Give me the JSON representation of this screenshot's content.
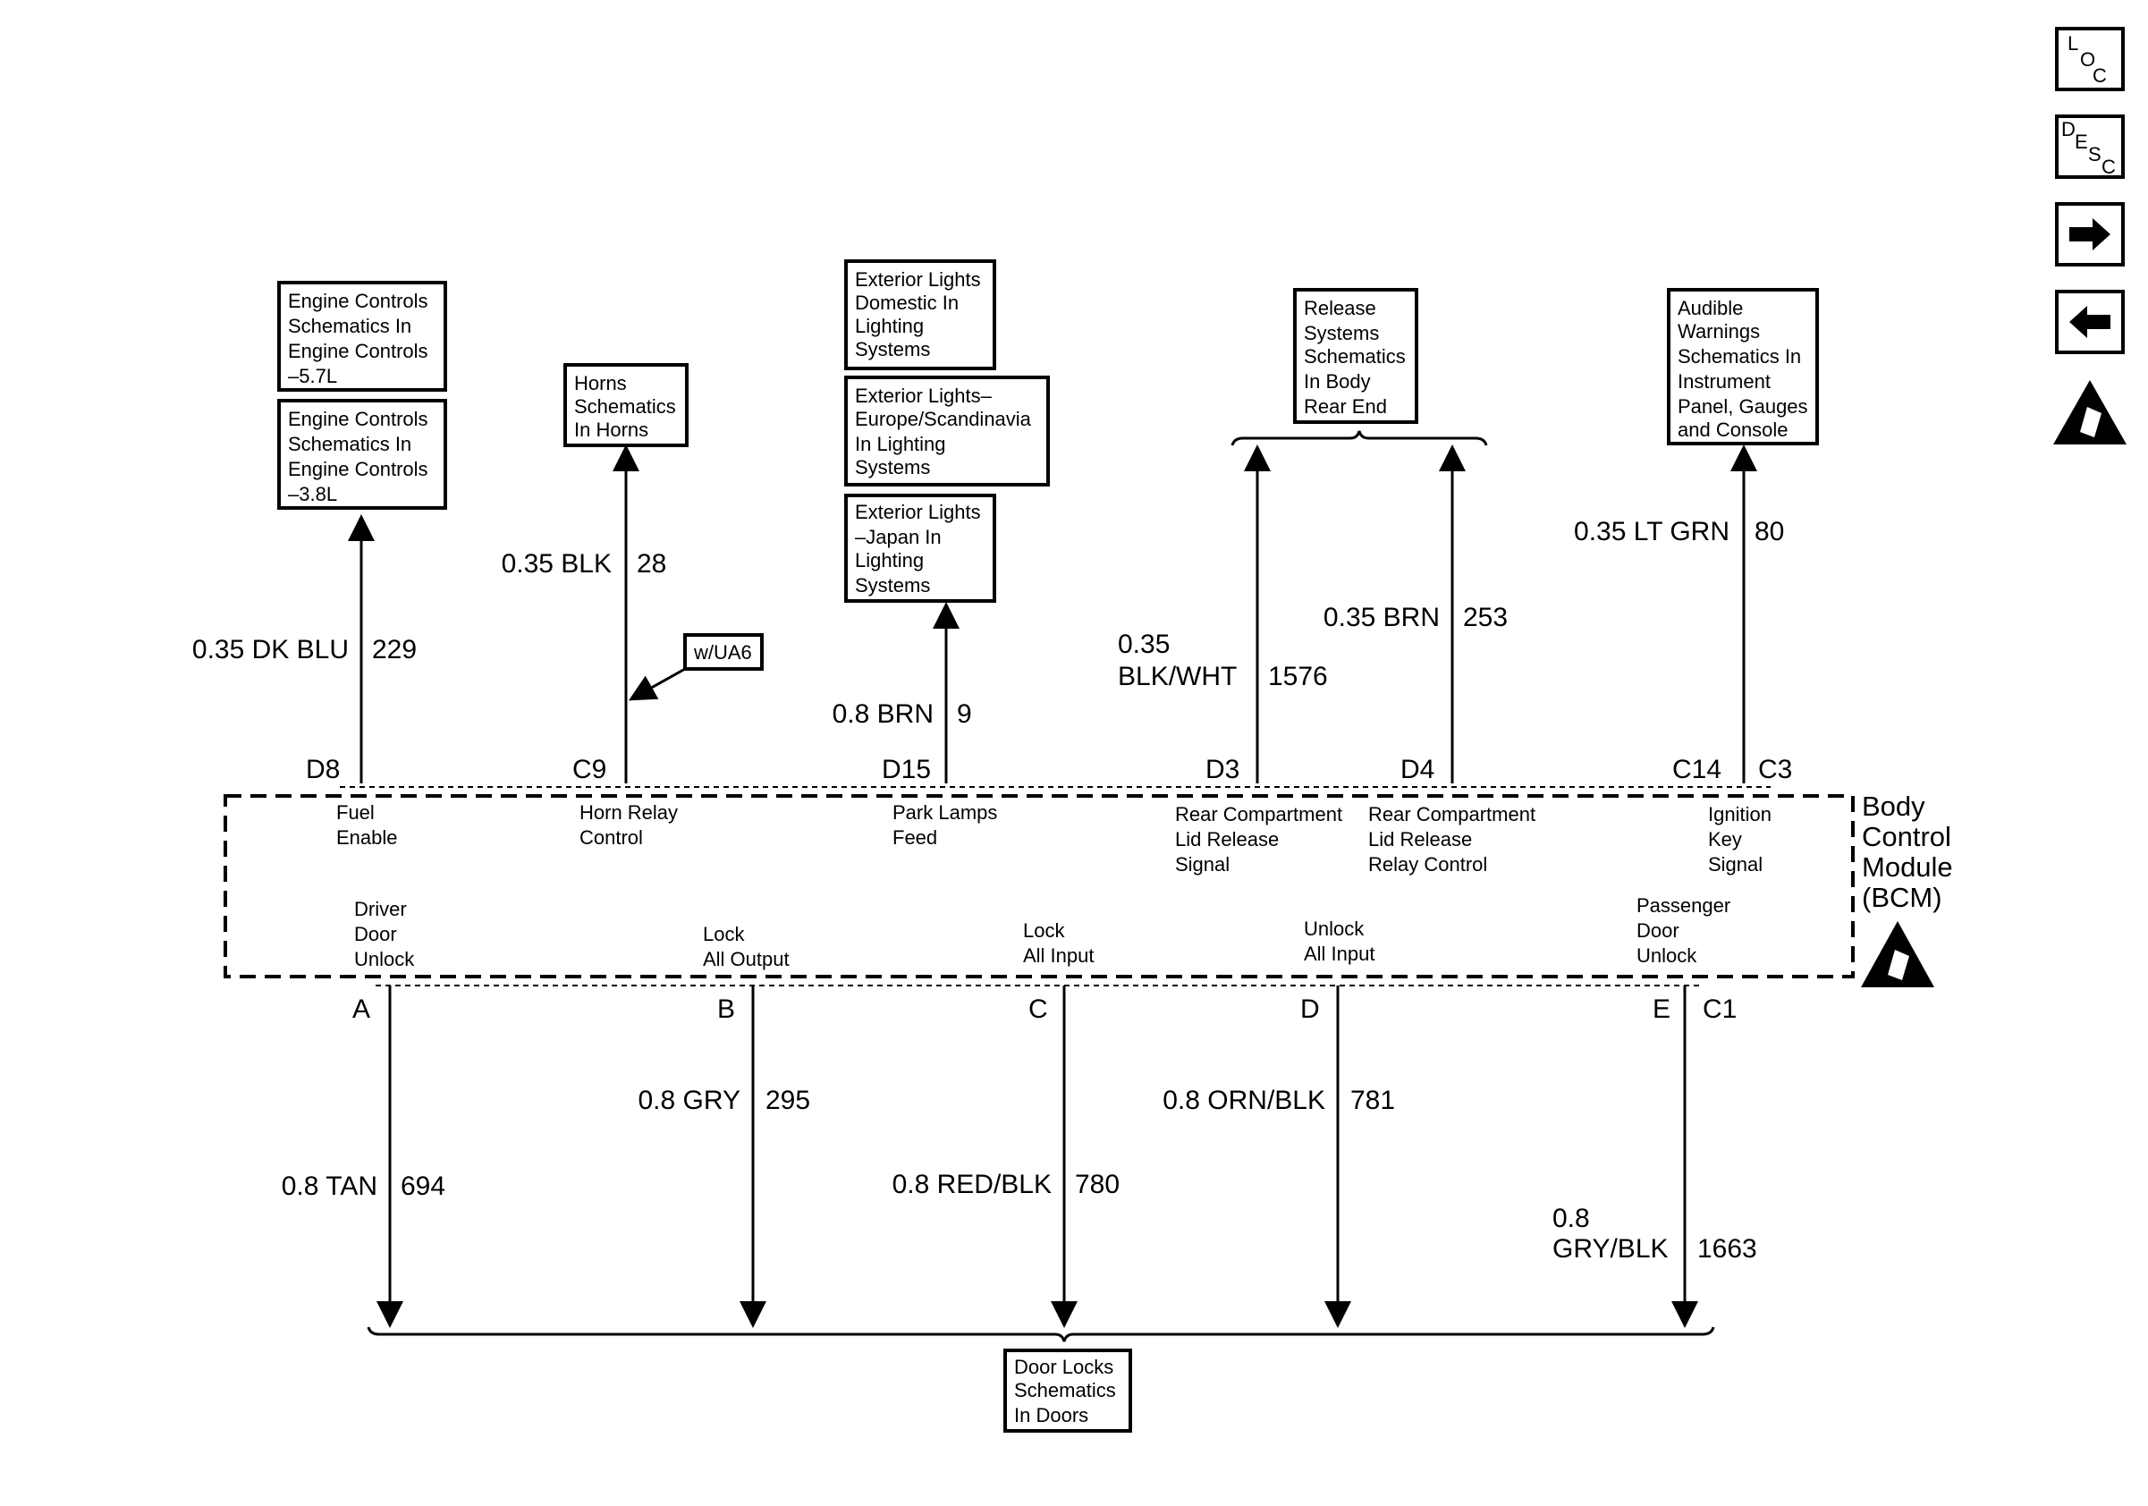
{
  "nav": {
    "loc_l": "L",
    "loc_o": "O",
    "loc_c": "C",
    "desc_d": "D",
    "desc_e": "E",
    "desc_s": "S",
    "desc_c": "C",
    "icons": [
      "loc-icon",
      "desc-icon",
      "next-arrow-icon",
      "prev-arrow-icon",
      "esd-warning-icon"
    ]
  },
  "module": {
    "name_line1": "Body",
    "name_line2": "Control",
    "name_line3": "Module",
    "name_line4": "(BCM)"
  },
  "refs": {
    "engine57": [
      "Engine Controls",
      "Schematics In",
      "Engine Controls",
      "–5.7L"
    ],
    "engine38": [
      "Engine Controls",
      "Schematics In",
      "Engine Controls",
      "–3.8L"
    ],
    "horns": [
      "Horns",
      "Schematics",
      "In Horns"
    ],
    "ext_domestic": [
      "Exterior Lights",
      "Domestic In",
      "Lighting",
      "Systems"
    ],
    "ext_europe": [
      "Exterior Lights–",
      "Europe/Scandinavia",
      "In Lighting",
      "Systems"
    ],
    "ext_japan": [
      "Exterior Lights",
      "–Japan In",
      "Lighting",
      "Systems"
    ],
    "release": [
      "Release",
      "Systems",
      "Schematics",
      "In Body",
      "Rear End"
    ],
    "audible": [
      "Audible",
      "Warnings",
      "Schematics In",
      "Instrument",
      "Panel, Gauges",
      "and Console"
    ],
    "doorlocks": [
      "Door Locks",
      "Schematics",
      "In Doors"
    ],
    "option": "w/UA6"
  },
  "top_circuits": [
    {
      "pin": "D8",
      "wire": "0.35 DK BLU",
      "circuit": "229",
      "func": [
        "Fuel",
        "Enable"
      ]
    },
    {
      "pin": "C9",
      "wire": "0.35 BLK",
      "circuit": "28",
      "func": [
        "Horn Relay",
        "Control"
      ]
    },
    {
      "pin": "D15",
      "wire": "0.8 BRN",
      "circuit": "9",
      "func": [
        "Park Lamps",
        "Feed"
      ]
    },
    {
      "pin": "D3",
      "wire": [
        "0.35",
        "BLK/WHT"
      ],
      "circuit": "1576",
      "func": [
        "Rear Compartment",
        "Lid Release",
        "Signal"
      ]
    },
    {
      "pin": "D4",
      "wire": "0.35 BRN",
      "circuit": "253",
      "func": [
        "Rear Compartment",
        "Lid Release",
        "Relay Control"
      ]
    },
    {
      "pin": "C14",
      "connector": "C3",
      "wire": "0.35 LT GRN",
      "circuit": "80",
      "func": [
        "Ignition",
        "Key",
        "Signal"
      ]
    }
  ],
  "bottom_circuits": [
    {
      "pin": "A",
      "wire": "0.8 TAN",
      "circuit": "694",
      "func": [
        "Driver",
        "Door",
        "Unlock"
      ]
    },
    {
      "pin": "B",
      "wire": "0.8 GRY",
      "circuit": "295",
      "func": [
        "Lock",
        "All Output"
      ]
    },
    {
      "pin": "C",
      "wire": "0.8 RED/BLK",
      "circuit": "780",
      "func": [
        "Lock",
        "All Input"
      ]
    },
    {
      "pin": "D",
      "wire": "0.8 ORN/BLK",
      "circuit": "781",
      "func": [
        "Unlock",
        "All Input"
      ]
    },
    {
      "pin": "E",
      "connector": "C1",
      "wire": [
        "0.8",
        "GRY/BLK"
      ],
      "circuit": "1663",
      "func": [
        "Passenger",
        "Door",
        "Unlock"
      ]
    }
  ]
}
